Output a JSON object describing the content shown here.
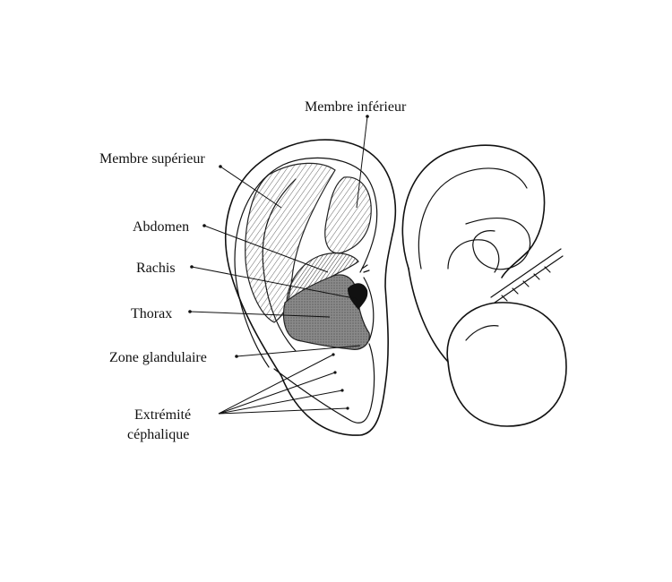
{
  "labels": {
    "membre_inferieur": "Membre inférieur",
    "membre_superieur": "Membre supérieur",
    "abdomen": "Abdomen",
    "rachis": "Rachis",
    "thorax": "Thorax",
    "zone_glandulaire": "Zone glandulaire",
    "extremite_line1": "Extrémité",
    "extremite_line2": "céphalique"
  }
}
